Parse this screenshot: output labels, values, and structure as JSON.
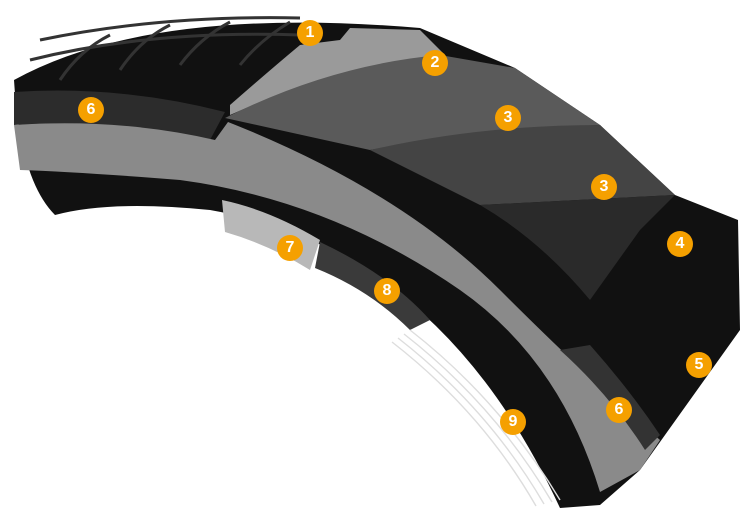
{
  "colors": {
    "marker": "#F5A000",
    "tread": "#111111",
    "sidewall": "#8a8a8a",
    "belt_light": "#5a5a5a",
    "belt_mid": "#444444",
    "belt_dark": "#2a2a2a",
    "inner": "#b5b5b5"
  },
  "markers": [
    {
      "label": "1"
    },
    {
      "label": "2"
    },
    {
      "label": "3"
    },
    {
      "label": "3"
    },
    {
      "label": "4"
    },
    {
      "label": "5"
    },
    {
      "label": "6"
    },
    {
      "label": "6"
    },
    {
      "label": "7"
    },
    {
      "label": "8"
    },
    {
      "label": "9"
    }
  ]
}
